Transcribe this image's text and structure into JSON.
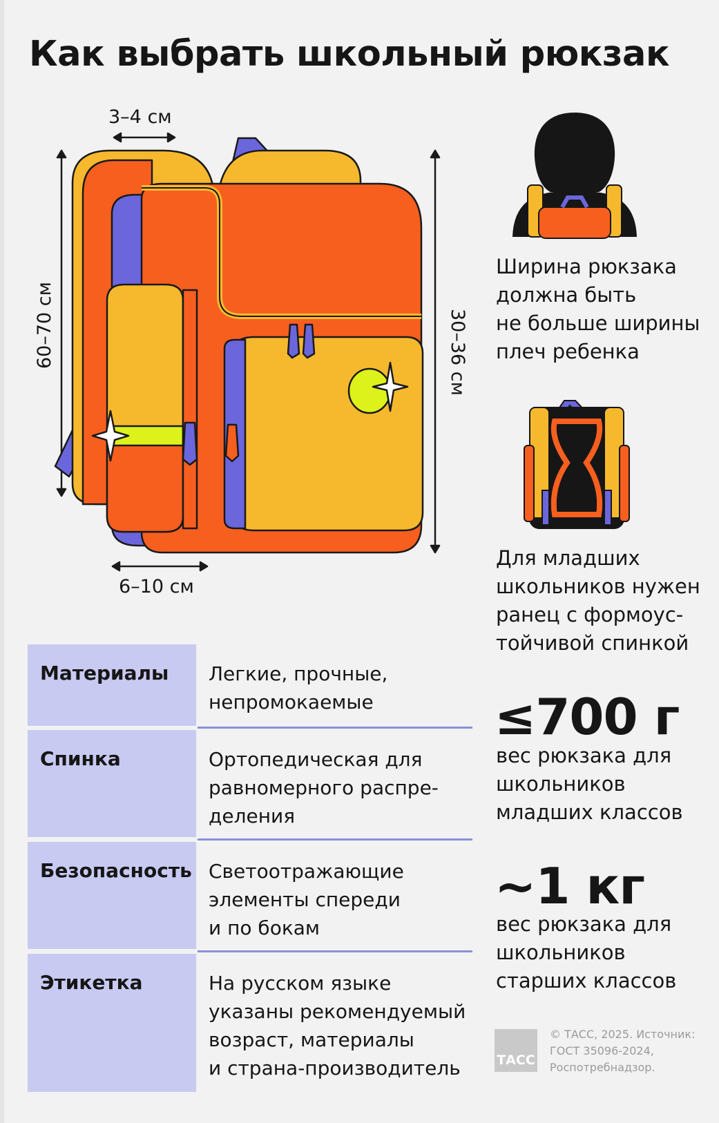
{
  "title": "Как выбрать школьный рюкзак",
  "dimensions": {
    "depth_top": "3–4 см",
    "height_total": "60–70 см",
    "height_front": "30–36 см",
    "depth_bottom": "6–10 см"
  },
  "side_notes": {
    "width_note": [
      "Ширина рюкзака",
      "должна быть",
      "не больше ширины",
      "плеч ребенка"
    ],
    "junior_note": [
      "Для младших",
      "школьников нужен",
      "ранец с формоус-",
      "тойчивой спинкой"
    ],
    "weight_junior_value": "≤700 г",
    "weight_junior_text": [
      "вес рюкзака для",
      "школьников",
      "младших классов"
    ],
    "weight_senior_value": "~1 кг",
    "weight_senior_text": [
      "вес рюкзака для",
      "школьников",
      "старших классов"
    ]
  },
  "requirements": [
    {
      "label": "Материалы",
      "value": [
        "Легкие, прочные,",
        "непромокаемые"
      ]
    },
    {
      "label": "Спинка",
      "value": [
        "Ортопедическая для",
        "равномерного распре-",
        "деления"
      ]
    },
    {
      "label": "Безопасность",
      "value": [
        "Светоотражающие",
        "элементы спереди",
        "и по бокам"
      ]
    },
    {
      "label": "Этикетка",
      "value": [
        "На русском языке",
        "указаны рекомендуемый",
        "возраст, материалы",
        "и страна-производитель"
      ]
    }
  ],
  "footer": {
    "logo_text": "ТАСС",
    "credit": [
      "© ТАСС, 2025. Источник:",
      "ГОСТ 35096-2024,",
      "Роспотребнадзор."
    ]
  },
  "colors": {
    "orange": "#f75f1f",
    "yellow": "#f6b92e",
    "purple": "#6b66dc",
    "lime": "#dcf21a",
    "table_label_bg": "#c8caf2",
    "table_line": "#8b8fd8"
  }
}
